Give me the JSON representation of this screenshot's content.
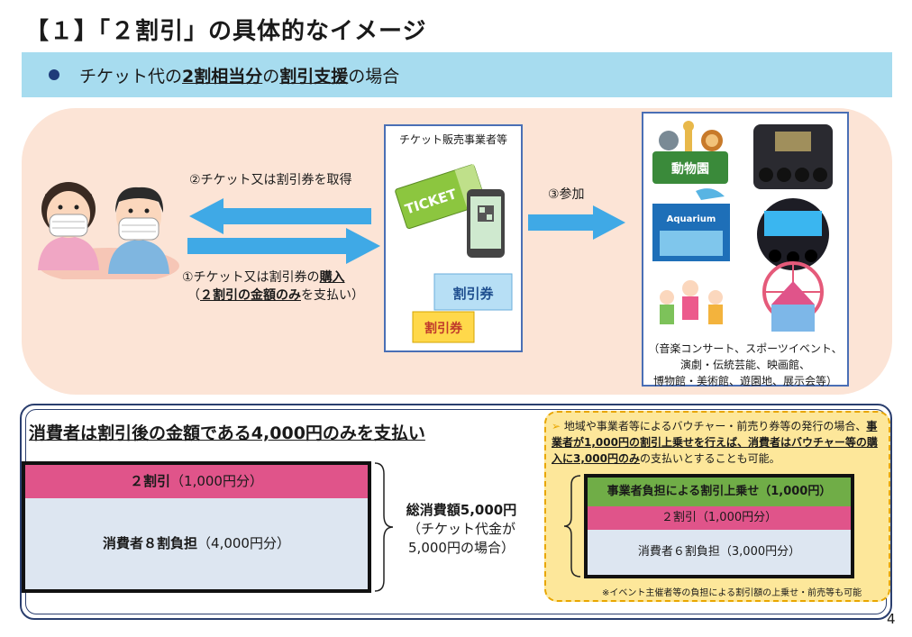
{
  "title": "【１】「２割引」の具体的なイメージ",
  "subhead": {
    "part1": "チケット代の",
    "part2": "2割相当分",
    "part3": "の",
    "part4": "割引支援",
    "part5": "の場合"
  },
  "flow": {
    "step2": "②チケット又は割引券を取得",
    "step1_a": "①チケット又は割引券の",
    "step1_b": "購入",
    "step1_c": "（",
    "step1_d": "２割引の金額のみ",
    "step1_e": "を支払い）",
    "step3": "③参加",
    "vendor_title": "チケット販売事業者等",
    "ticket_text": "TICKET",
    "coupon_blue": "割引券",
    "coupon_yellow": "割引券",
    "zoo_sign": "動物園",
    "aquarium_sign": "Aquarium",
    "venues_caption": [
      "（音楽コンサート、スポーツイベント、",
      "演劇・伝統芸能、映画館、",
      "博物館・美術館、遊園地、展示会等）"
    ]
  },
  "payment": {
    "title": "消費者は割引後の金額である4,000円のみを支払い",
    "discount_bold": "２割引",
    "discount_rest": "（1,000円分）",
    "consumer_bold": "消費者８割負担",
    "consumer_rest": "（4,000円分）",
    "total_bold": "総消費額5,000円",
    "total_l2": "（チケット代金が",
    "total_l3": "5,000円の場合）"
  },
  "note": {
    "line1": "地域や事業者等によるバウチャー・前売り券等の発行の場合、",
    "bold1": "事業者が1,000円の割引上乗せを行えば、消費者はバウチャー等の購入に3,000円のみ",
    "rest1": "の支払いとすることも可能。",
    "bar_top": "事業者負担による割引上乗せ（1,000円）",
    "bar_mid": "２割引（1,000円分）",
    "bar_bottom": "消費者６割負担（3,000円分）",
    "footnote": "※イベント主催者等の負担による割引額の上乗せ・前売等も可能"
  },
  "page_number": "4",
  "colors": {
    "subhead_bg": "#a7dcef",
    "flow_bg": "#fce4d6",
    "arrow": "#3fa9e6",
    "pink": "#e0548a",
    "green": "#70ad47",
    "light_blue": "#dde6f1",
    "note_bg": "#fde79a"
  }
}
